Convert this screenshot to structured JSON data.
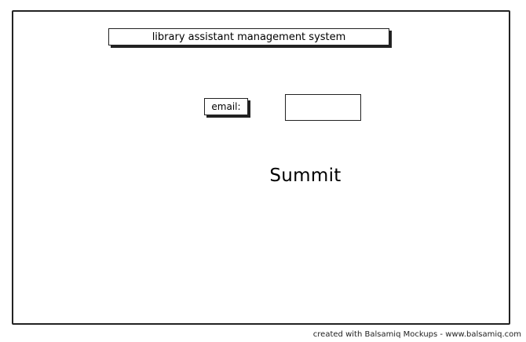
{
  "header": {
    "title": "library assistant management system"
  },
  "form": {
    "email_label": "email:",
    "email_value": "",
    "submit_label": "Summit"
  },
  "footer": {
    "credit": "created with Balsamiq Mockups - www.balsamiq.com"
  }
}
